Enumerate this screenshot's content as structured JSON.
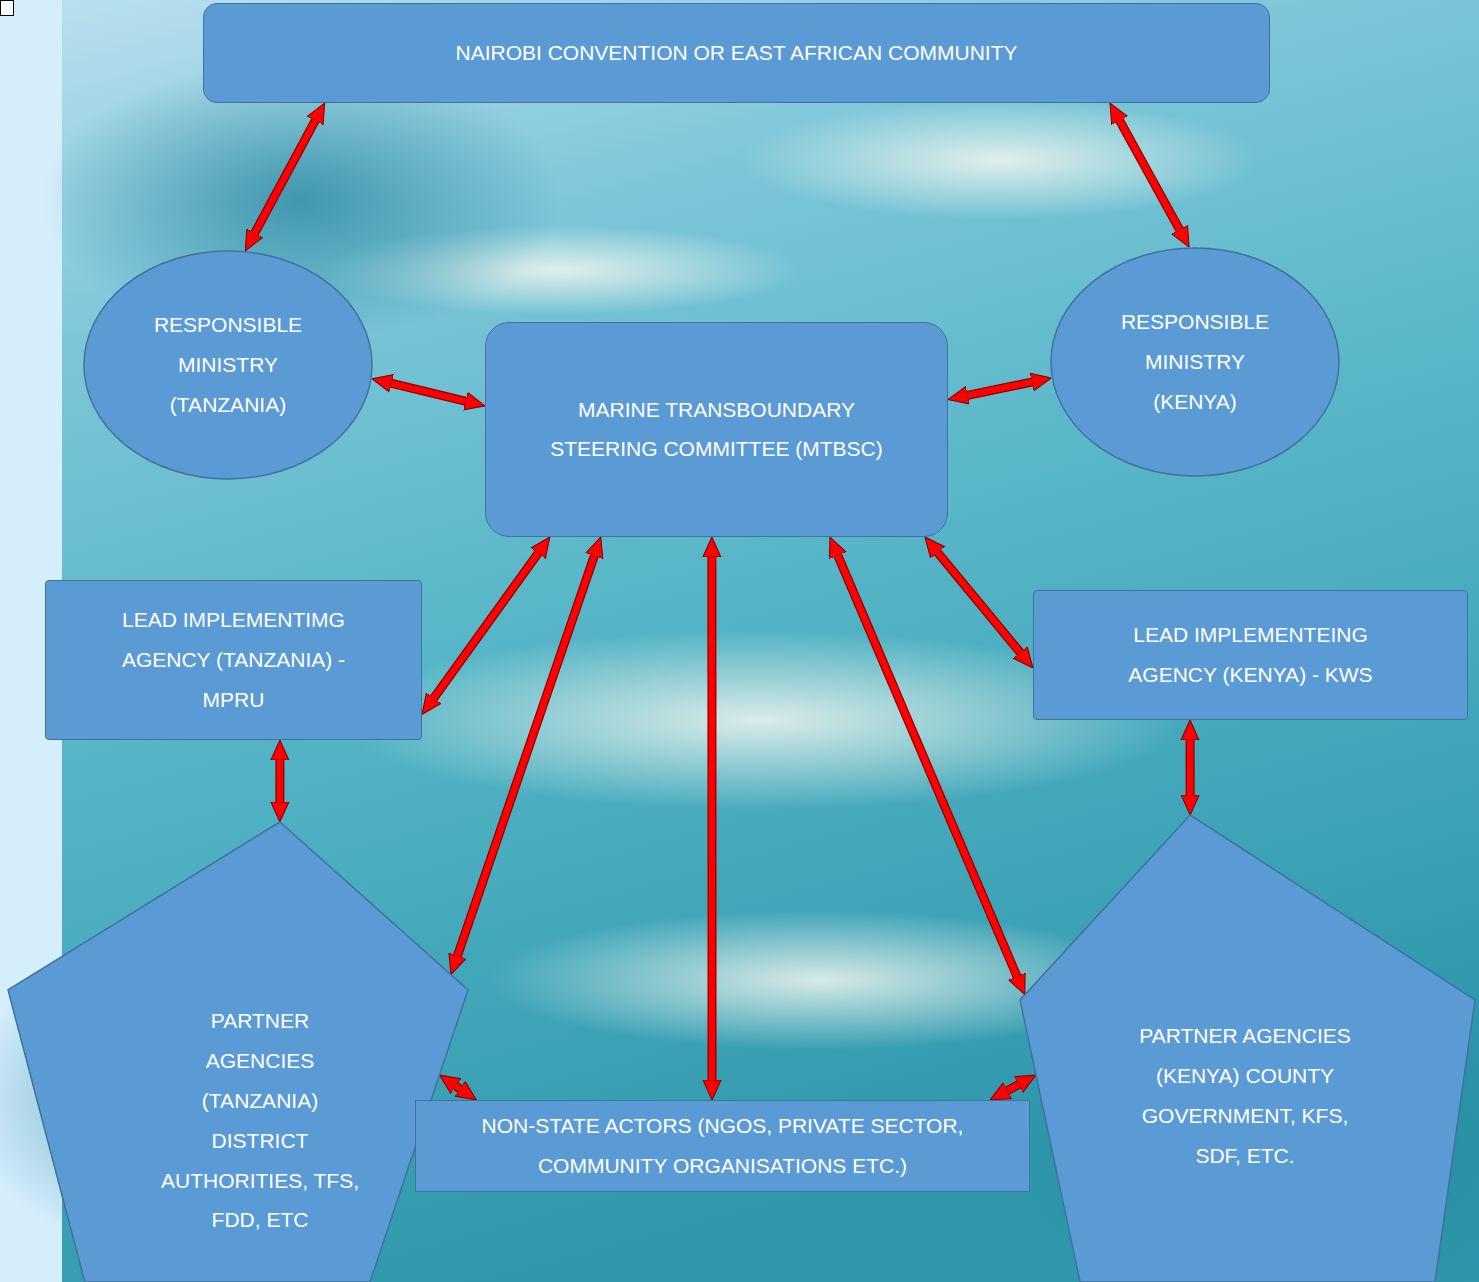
{
  "diagram": {
    "nodes": [
      {
        "text": [
          "NAIROBI CONVENTION OR EAST AFRICAN COMMUNITY"
        ]
      },
      {
        "text": [
          "RESPONSIBLE MINISTRY (TANZANIA)"
        ]
      },
      {
        "text": [
          "MARINE TRANSBOUNDARY STEERING COMMITTEE (MTBSC)"
        ]
      },
      {
        "text": [
          "RESPONSIBLE MINISTRY (KENYA)"
        ]
      },
      {
        "text": [
          "LEAD IMPLEMENTIMG AGENCY (TANZANIA) - MPRU"
        ]
      },
      {
        "text": [
          "LEAD IMPLEMENTEING AGENCY (KENYA) - KWS"
        ]
      },
      {
        "text": [
          "PARTNER AGENCIES (TANZANIA) DISTRICT AUTHORITIES, TFS, FDD, ETC"
        ]
      },
      {
        "text": [
          "NON-STATE ACTORS (NGOS, PRIVATE SECTOR, COMMUNITY ORGANISATIONS ETC.)"
        ]
      },
      {
        "text": [
          "PARTNER AGENCIES (KENYA) COUNTY GOVERNMENT, KFS, SDF, ETC."
        ]
      }
    ],
    "edges": [
      {
        "from": 0,
        "to": 1,
        "arrow": "both"
      },
      {
        "from": 0,
        "to": 3,
        "arrow": "both"
      },
      {
        "from": 1,
        "to": 2,
        "arrow": "both"
      },
      {
        "from": 3,
        "to": 2,
        "arrow": "both"
      },
      {
        "from": 2,
        "to": 4,
        "arrow": "both"
      },
      {
        "from": 2,
        "to": 5,
        "arrow": "both"
      },
      {
        "from": 2,
        "to": 6,
        "arrow": "both"
      },
      {
        "from": 2,
        "to": 7,
        "arrow": "both"
      },
      {
        "from": 2,
        "to": 8,
        "arrow": "both"
      },
      {
        "from": 4,
        "to": 6,
        "arrow": "both"
      },
      {
        "from": 5,
        "to": 8,
        "arrow": "both"
      },
      {
        "from": 6,
        "to": 7,
        "arrow": "both"
      },
      {
        "from": 8,
        "to": 7,
        "arrow": "both"
      }
    ]
  }
}
